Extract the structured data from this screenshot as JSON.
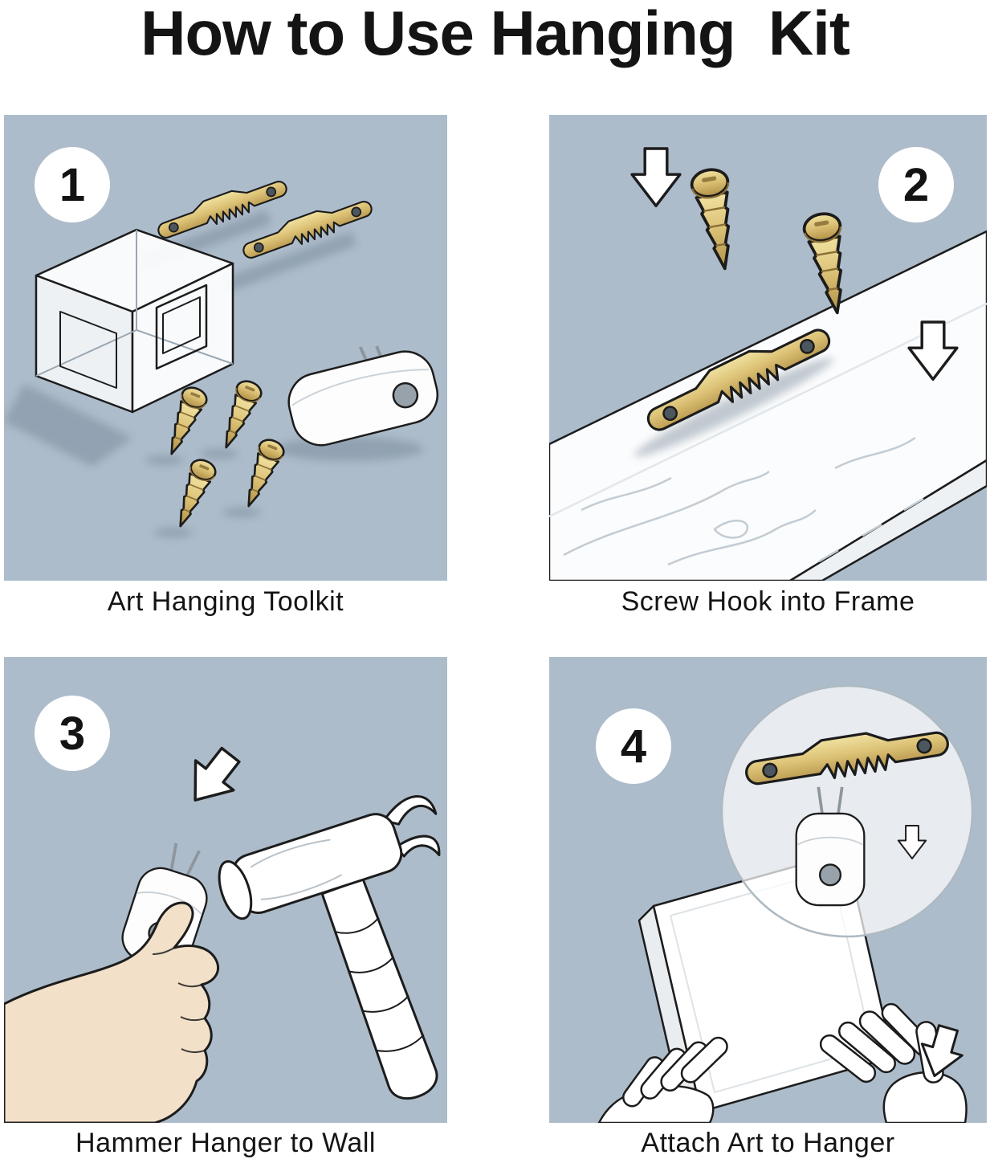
{
  "title": "How to Use Hanging  Kit",
  "panels": [
    {
      "step": "1",
      "caption": "Art Hanging Toolkit"
    },
    {
      "step": "2",
      "caption": "Screw Hook into Frame"
    },
    {
      "step": "3",
      "caption": "Hammer Hanger to Wall"
    },
    {
      "step": "4",
      "caption": "Attach Art to Hanger"
    }
  ],
  "icons": {
    "sawtooth_hanger": "sawtooth-hanger-icon",
    "screw": "screw-icon",
    "wall_hook": "wall-hook-icon",
    "display_box": "display-box-icon",
    "arrow_down": "arrow-down-icon",
    "hammer": "hammer-icon",
    "hand": "hand-icon",
    "art_canvas": "art-canvas-icon",
    "magnifier": "magnifier-circle"
  },
  "colors": {
    "panel_background": "#adbcca",
    "brass_light": "#f0e1a0",
    "brass_mid": "#dcc276",
    "brass_dark": "#b08f45",
    "outline": "#1c1c1c",
    "skin": "#f2e0c8",
    "text": "#141414",
    "white": "#ffffff"
  }
}
